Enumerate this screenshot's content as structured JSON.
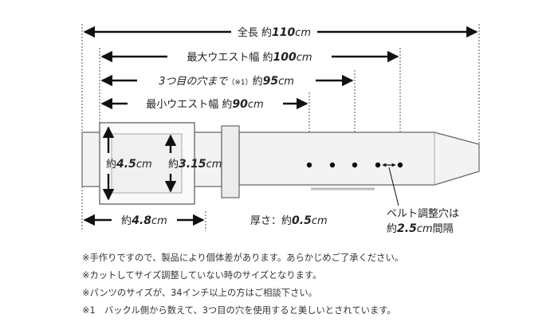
{
  "dimensions": {
    "total": {
      "prefix": "全長 約",
      "value": "110",
      "unit": "cm"
    },
    "max_waist": {
      "prefix": "最大ウエスト幅 約",
      "value": "100",
      "unit": "cm"
    },
    "third_hole": {
      "prefix": "3つ目の穴まで",
      "note_ref": "（※1）",
      "prefix2": "約",
      "value": "95",
      "unit": "cm"
    },
    "min_waist": {
      "prefix": "最小ウエスト幅 約",
      "value": "90",
      "unit": "cm"
    },
    "buckle_height": {
      "prefix": "約",
      "value": "4.5",
      "unit": "cm"
    },
    "belt_width": {
      "prefix": "約",
      "value": "3.15",
      "unit": "cm"
    },
    "buckle_width": {
      "prefix": "約",
      "value": "4.8",
      "unit": "cm"
    },
    "thickness": {
      "prefix": "厚さ：約",
      "value": "0.5",
      "unit": "cm"
    },
    "hole_spacing": {
      "line1": "ベルト調整穴は",
      "prefix": "約",
      "value": "2.5",
      "unit": "cm",
      "suffix": "間隔"
    }
  },
  "notes": [
    "※手作りですので、製品により個体差があります。あらかじめご了承ください。",
    "※カットしてサイズ調整していない時のサイズとなります。",
    "※パンツのサイズが、34インチ以上の方はご相談下さい。",
    "※1　バックル側から数えて、3つ目の穴を使用すると美しいとされています。"
  ],
  "colors": {
    "line": "#111111",
    "guide": "#555555",
    "belt_fill": "#f3f3f3",
    "belt_stroke": "#666666",
    "note_text": "#333333"
  }
}
